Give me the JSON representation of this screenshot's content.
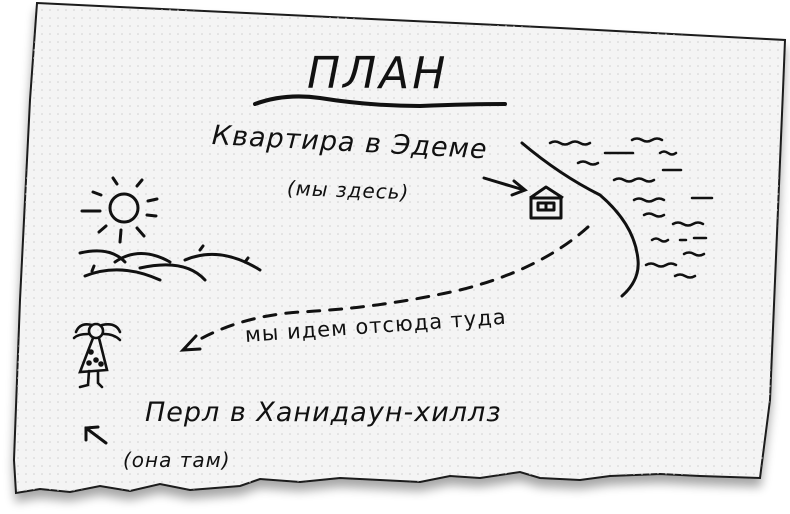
{
  "map": {
    "title": "ПЛАН",
    "start": {
      "label": "Квартира в Эдеме",
      "note": "(мы здесь)",
      "icon": "house-icon"
    },
    "route": {
      "label": "мы идем отсюда туда",
      "style": "dashed"
    },
    "destination": {
      "label": "Перл в Ханидаун-хиллз",
      "note": "(она там)",
      "icon": "girl-figure-icon"
    },
    "decorations": [
      "sun-icon",
      "hills-icon",
      "river-icon",
      "water-waves-icon"
    ]
  },
  "colors": {
    "ink": "#111111",
    "paper": "#f4f4f4",
    "dot_grid": "#cfcfcf",
    "shadow": "#bdbdbd"
  }
}
